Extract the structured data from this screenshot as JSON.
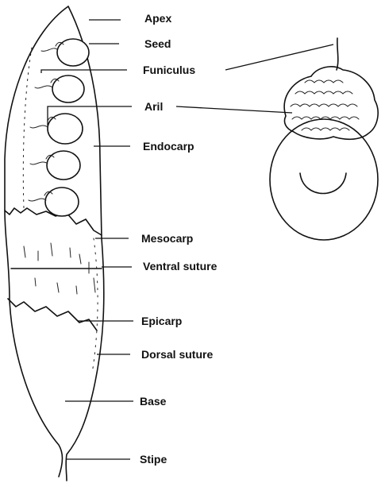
{
  "labels": {
    "apex": "Apex",
    "seed": "Seed",
    "funiculus": "Funiculus",
    "aril": "Aril",
    "endocarp": "Endocarp",
    "mesocarp": "Mesocarp",
    "ventral_suture": "Ventral suture",
    "epicarp": "Epicarp",
    "dorsal_suture": "Dorsal suture",
    "base": "Base",
    "stipe": "Stipe"
  }
}
